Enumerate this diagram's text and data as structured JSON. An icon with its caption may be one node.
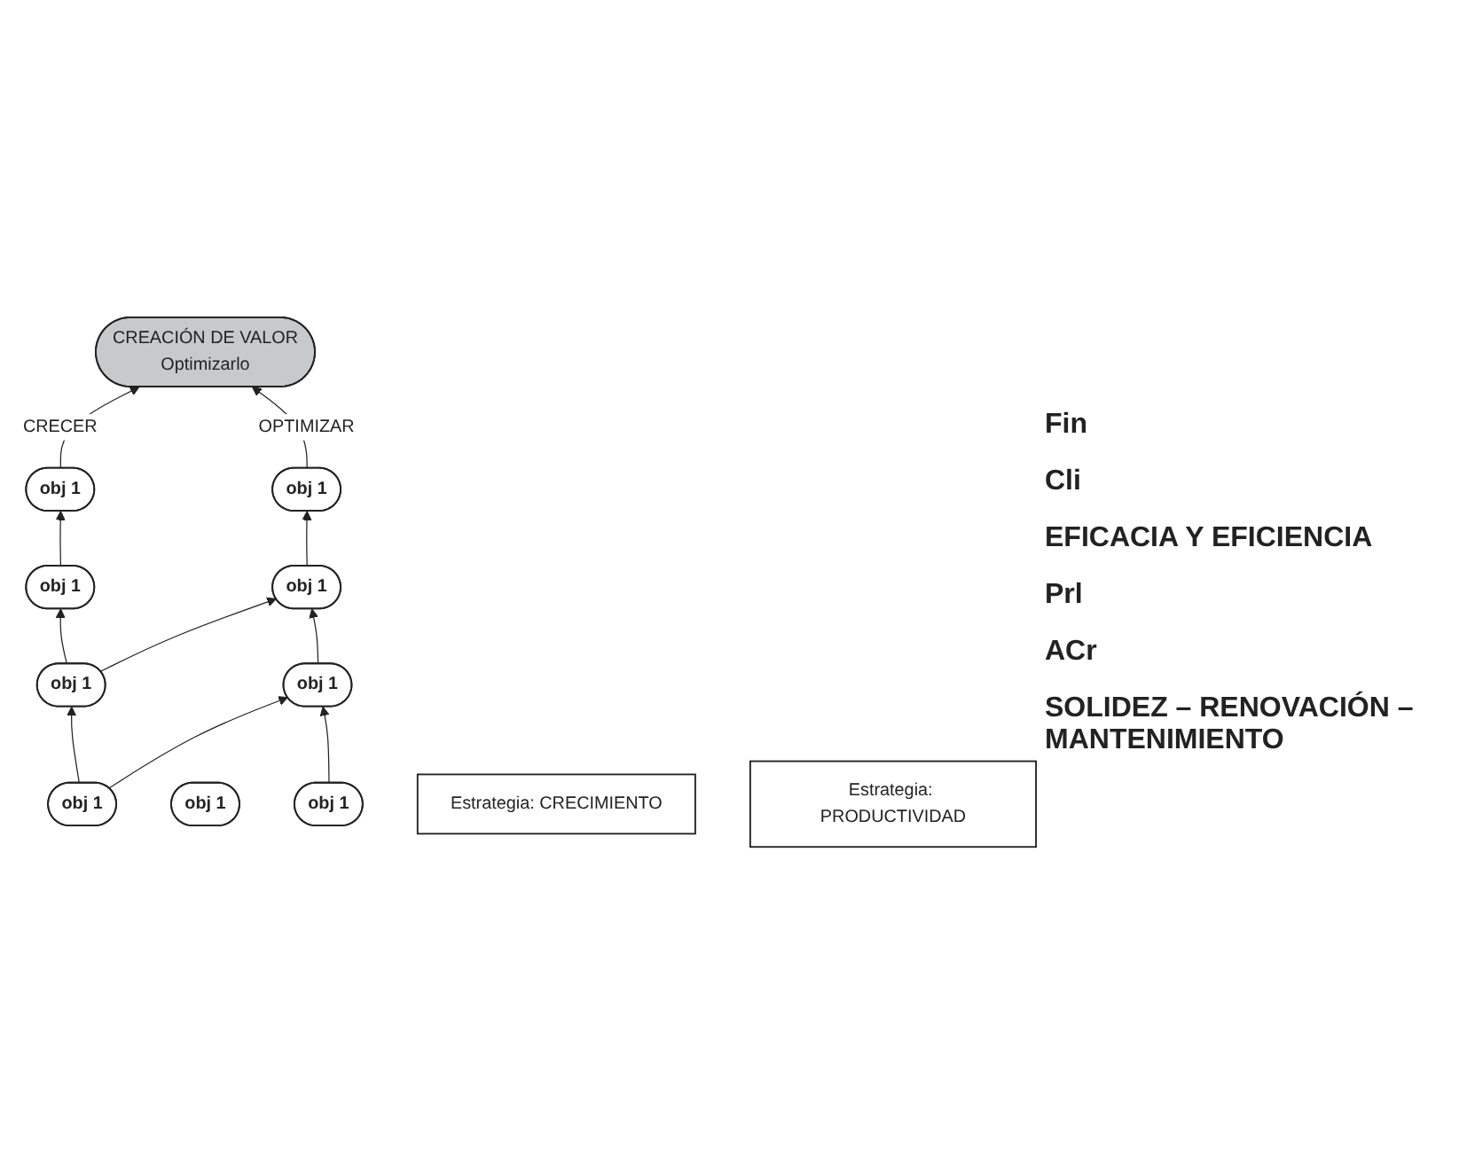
{
  "diagram": {
    "nodes": [
      {
        "text": [
          "CREACIÓN DE VALOR",
          "Optimizarlo"
        ]
      },
      {
        "text": [
          "obj 1"
        ]
      },
      {
        "text": [
          "obj 1"
        ]
      },
      {
        "text": [
          "obj 1"
        ]
      },
      {
        "text": [
          "obj 1"
        ]
      },
      {
        "text": [
          "obj 1"
        ]
      },
      {
        "text": [
          "obj 1"
        ]
      },
      {
        "text": [
          "obj 1"
        ]
      },
      {
        "text": [
          "obj 1"
        ]
      },
      {
        "text": [
          "obj 1"
        ]
      },
      {
        "text": [
          "Estrategia: CRECIMIENTO"
        ]
      },
      {
        "text": [
          "Estrategia: PRODUCTIVIDAD"
        ]
      }
    ],
    "edges": [
      {
        "from": 1,
        "to": 0,
        "arrow": "to",
        "label": "CRECER"
      },
      {
        "from": 2,
        "to": 0,
        "arrow": "to",
        "label": "OPTIMIZAR"
      },
      {
        "from": 3,
        "to": 2,
        "arrow": "to"
      },
      {
        "from": 4,
        "to": 1,
        "arrow": "to"
      },
      {
        "from": 6,
        "to": 3,
        "arrow": "to"
      },
      {
        "from": 6,
        "to": 4,
        "arrow": "to"
      },
      {
        "from": 5,
        "to": 3,
        "arrow": "to"
      },
      {
        "from": 7,
        "to": 5,
        "arrow": "to"
      },
      {
        "from": 7,
        "to": 6,
        "arrow": "to"
      },
      {
        "from": 9,
        "to": 5,
        "arrow": "to"
      }
    ],
    "labels": [
      "Fin",
      "Cli",
      "EFICACIA Y EFICIENCIA",
      "Prl",
      "ACr",
      "SOLIDEZ – RENOVACIÓN – MANTENIMIENTO"
    ]
  }
}
